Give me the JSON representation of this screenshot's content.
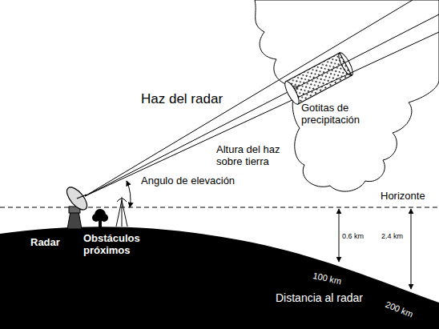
{
  "diagram": {
    "labels": [
      "Haz del radar",
      "Gotitas de precipitación",
      "Altura del haz sobre tierra",
      "Angulo de elevación",
      "Horizonte",
      "Radar",
      "Obstáculos próximos",
      "0.6 km",
      "2.4 km",
      "100 km",
      "Distancia al radar",
      "200 km"
    ]
  }
}
